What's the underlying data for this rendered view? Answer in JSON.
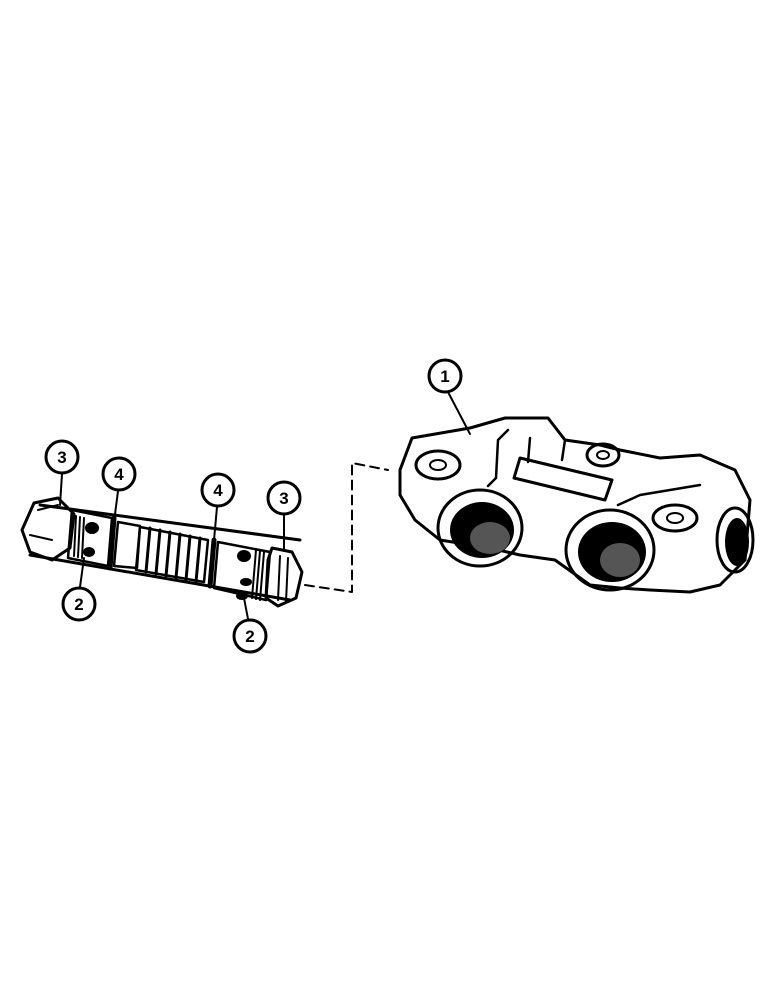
{
  "diagram": {
    "type": "exploded-parts-illustration",
    "callouts": [
      {
        "id": "callout-1",
        "label": "1",
        "refers_to": "valve-body"
      },
      {
        "id": "callout-3-left",
        "label": "3",
        "refers_to": "end-plug-left"
      },
      {
        "id": "callout-4-left",
        "label": "4",
        "refers_to": "o-ring-left"
      },
      {
        "id": "callout-4-right",
        "label": "4",
        "refers_to": "o-ring-right"
      },
      {
        "id": "callout-3-right",
        "label": "3",
        "refers_to": "end-plug-right"
      },
      {
        "id": "callout-2-left",
        "label": "2",
        "refers_to": "port-hole-left"
      },
      {
        "id": "callout-2-right",
        "label": "2",
        "refers_to": "port-hole-right"
      }
    ]
  }
}
